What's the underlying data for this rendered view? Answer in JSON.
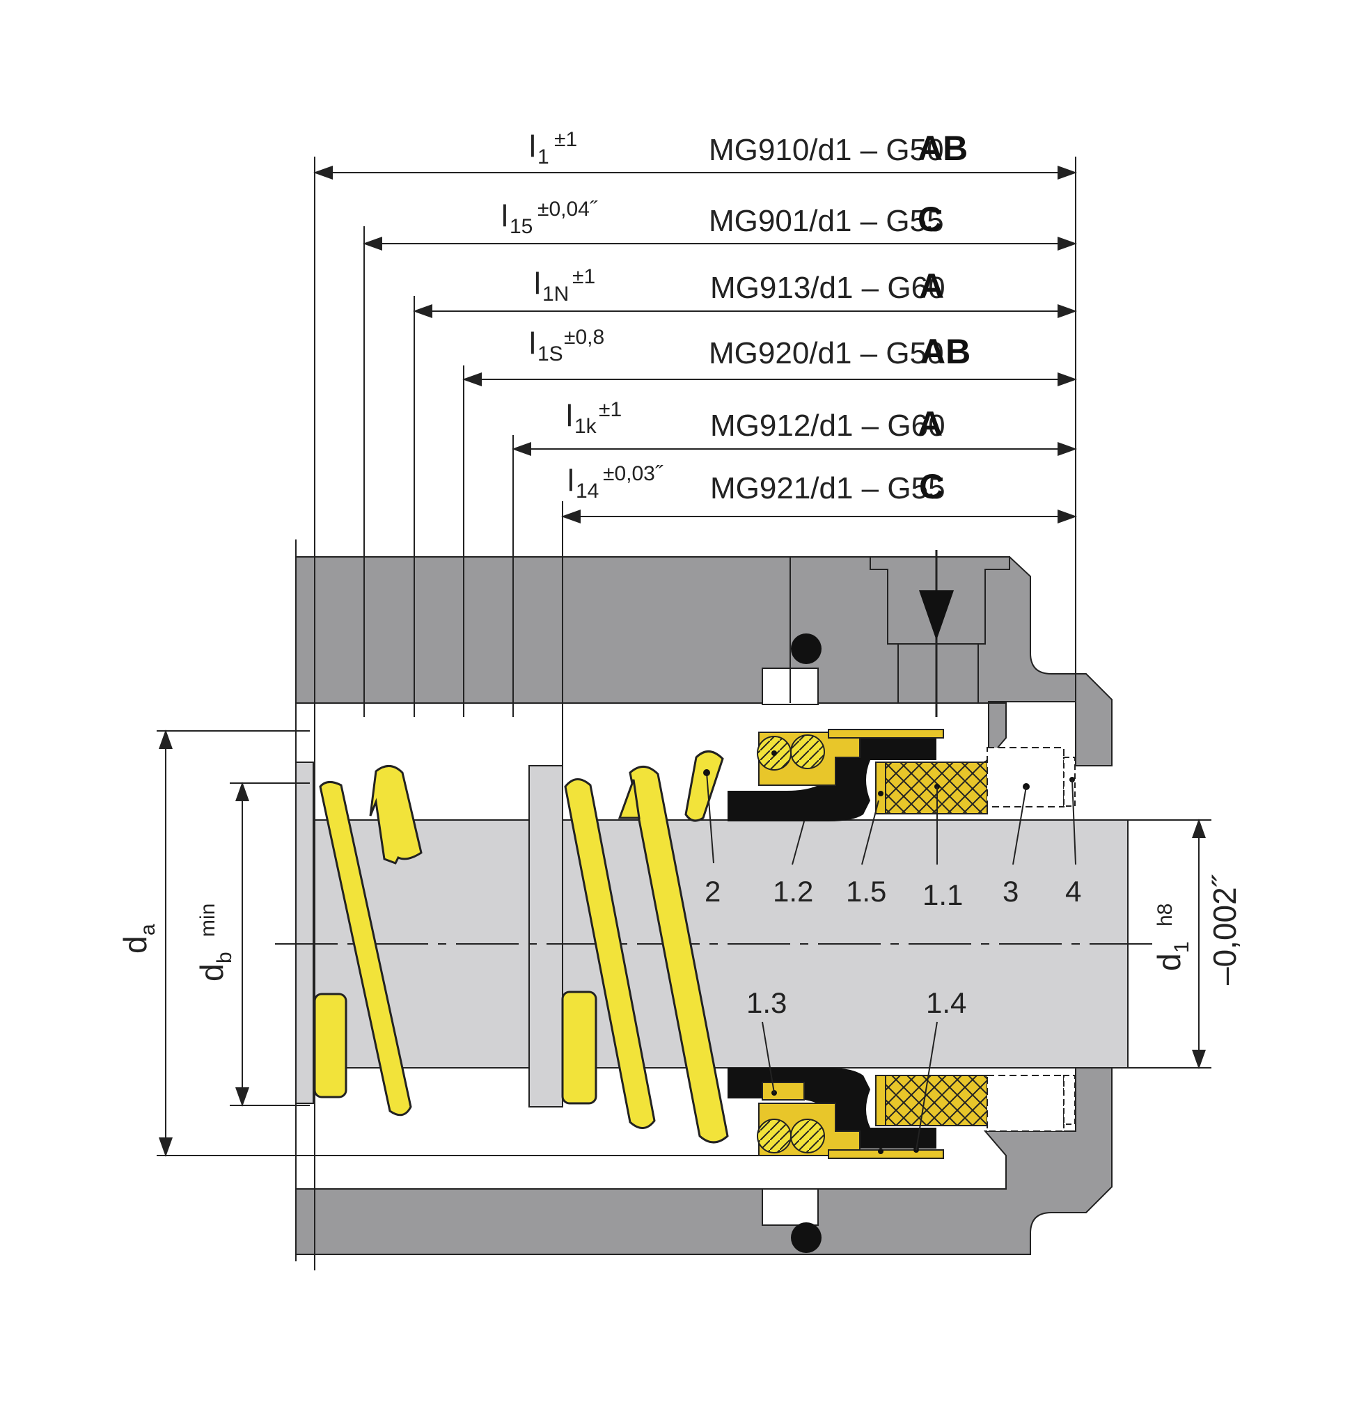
{
  "dimension_rows": [
    {
      "id": "l1",
      "symbol": "l",
      "subscript": "1",
      "tolerance": "±1",
      "code": "MG910/d1 – G50",
      "grade": "AB"
    },
    {
      "id": "l15",
      "symbol": "l",
      "subscript": "15",
      "tolerance": "±0,04˝",
      "code": "MG901/d1 – G55",
      "grade": "C"
    },
    {
      "id": "l1N",
      "symbol": "l",
      "subscript": "1N",
      "tolerance": "±1",
      "code": "MG913/d1 – G60",
      "grade": "A"
    },
    {
      "id": "l1S",
      "symbol": "l",
      "subscript": "1S",
      "tolerance": "±0,8",
      "code": "MG920/d1 – G50",
      "grade": "AB"
    },
    {
      "id": "l1k",
      "symbol": "l",
      "subscript": "1k",
      "tolerance": "±1",
      "code": "MG912/d1 – G60",
      "grade": "A"
    },
    {
      "id": "l14",
      "symbol": "l",
      "subscript": "14",
      "tolerance": "±0,03˝",
      "code": "MG921/d1 – G55",
      "grade": "C"
    }
  ],
  "callouts": {
    "c2": "2",
    "c1_2": "1.2",
    "c1_5": "1.5",
    "c1_1": "1.1",
    "c3": "3",
    "c4": "4",
    "c1_3": "1.3",
    "c1_4": "1.4"
  },
  "diameters": {
    "da": {
      "symbol": "d",
      "subscript": "a"
    },
    "db": {
      "symbol": "d",
      "subscript": "b",
      "qualifier": "min"
    },
    "d1": {
      "symbol": "d",
      "subscript": "1",
      "qualifier": "h8",
      "tolerance": "–0,002˝"
    }
  },
  "colors": {
    "housing": "#9a9a9c",
    "shaft": "#d2d2d4",
    "spring": "#f2e33a",
    "seal_face": "#e8c62a",
    "bellows": "#111111",
    "line": "#222222"
  }
}
